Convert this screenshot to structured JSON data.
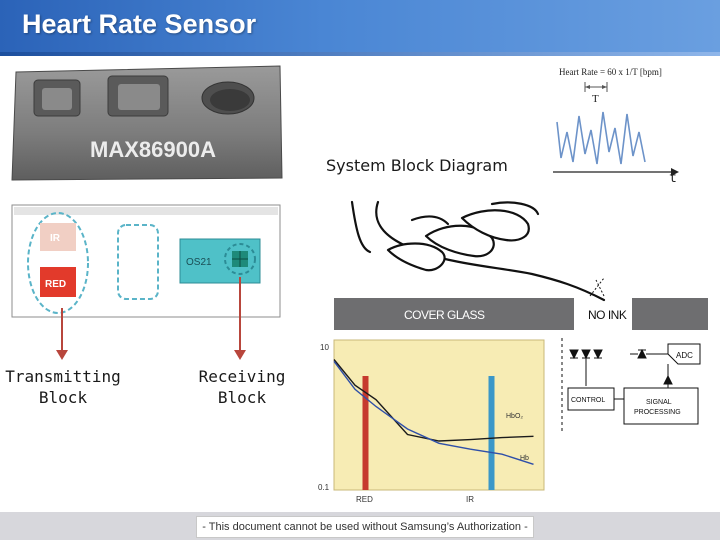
{
  "slide": {
    "title": "Heart Rate Sensor",
    "footer": "- This document cannot be used without Samsung’s Authorization -"
  },
  "chip": {
    "marking": "MAX86900A"
  },
  "board": {
    "ir_label": "IR",
    "red_label": "RED",
    "sensor_label": "OS21"
  },
  "labels": {
    "transmitting": "Transmitting Block",
    "receiving": "Receiving Block",
    "diagram_title": "System Block Diagram"
  },
  "waveform": {
    "formula": "Heart Rate = 60 x 1/T [bpm]",
    "period_label": "T",
    "time_axis_label": "t"
  },
  "block_diagram": {
    "cover_glass": "COVER GLASS",
    "no_ink": "NO INK",
    "adc": "ADC",
    "control": "CONTROL",
    "signal_processing_1": "SIGNAL",
    "signal_processing_2": "PROCESSING"
  },
  "chart_data": {
    "type": "line",
    "y_scale": "log",
    "ylim": [
      0.1,
      10
    ],
    "ytick_labels": [
      "10",
      "0.1"
    ],
    "x_category_labels": [
      "RED",
      "IR"
    ],
    "series": [
      {
        "name": "HbO₂",
        "points": [
          [
            0,
            5.5
          ],
          [
            0.1,
            2.5
          ],
          [
            0.2,
            1.6
          ],
          [
            0.35,
            0.55
          ],
          [
            0.5,
            0.45
          ],
          [
            0.65,
            0.47
          ],
          [
            0.8,
            0.5
          ],
          [
            0.95,
            0.52
          ]
        ]
      },
      {
        "name": "Hb",
        "points": [
          [
            0,
            5.2
          ],
          [
            0.1,
            2.2
          ],
          [
            0.2,
            1.3
          ],
          [
            0.35,
            0.65
          ],
          [
            0.5,
            0.42
          ],
          [
            0.65,
            0.35
          ],
          [
            0.8,
            0.3
          ],
          [
            0.95,
            0.22
          ]
        ]
      }
    ],
    "markers": [
      {
        "label": "RED",
        "x": 0.15,
        "color": "#c63a2e"
      },
      {
        "label": "IR",
        "x": 0.75,
        "color": "#3b97c8"
      }
    ],
    "colors": {
      "hbo2": "#1b1b1b",
      "hb": "#2f4fa8"
    }
  }
}
